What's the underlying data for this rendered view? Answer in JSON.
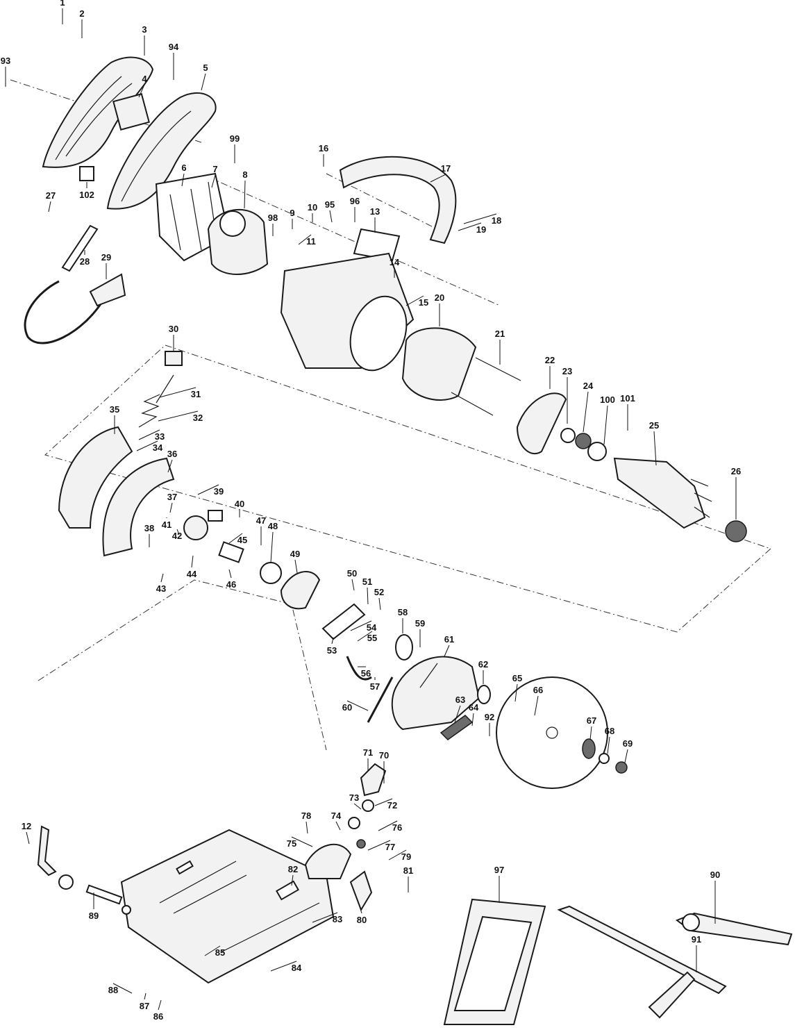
{
  "callouts": [
    {
      "id": "c1",
      "label": "1"
    },
    {
      "id": "c2",
      "label": "2"
    },
    {
      "id": "c3",
      "label": "3"
    },
    {
      "id": "c4",
      "label": "4"
    },
    {
      "id": "c5",
      "label": "5"
    },
    {
      "id": "c6",
      "label": "6"
    },
    {
      "id": "c7",
      "label": "7"
    },
    {
      "id": "c8",
      "label": "8"
    },
    {
      "id": "c9",
      "label": "9"
    },
    {
      "id": "c10",
      "label": "10"
    },
    {
      "id": "c11",
      "label": "11"
    },
    {
      "id": "c12",
      "label": "12"
    },
    {
      "id": "c13",
      "label": "13"
    },
    {
      "id": "c14",
      "label": "14"
    },
    {
      "id": "c15",
      "label": "15"
    },
    {
      "id": "c16",
      "label": "16"
    },
    {
      "id": "c17",
      "label": "17"
    },
    {
      "id": "c18",
      "label": "18"
    },
    {
      "id": "c19",
      "label": "19"
    },
    {
      "id": "c20",
      "label": "20"
    },
    {
      "id": "c21",
      "label": "21"
    },
    {
      "id": "c22",
      "label": "22"
    },
    {
      "id": "c23",
      "label": "23"
    },
    {
      "id": "c24",
      "label": "24"
    },
    {
      "id": "c25",
      "label": "25"
    },
    {
      "id": "c26",
      "label": "26"
    },
    {
      "id": "c27",
      "label": "27"
    },
    {
      "id": "c28",
      "label": "28"
    },
    {
      "id": "c29",
      "label": "29"
    },
    {
      "id": "c30",
      "label": "30"
    },
    {
      "id": "c31",
      "label": "31"
    },
    {
      "id": "c32",
      "label": "32"
    },
    {
      "id": "c33",
      "label": "33"
    },
    {
      "id": "c34",
      "label": "34"
    },
    {
      "id": "c35",
      "label": "35"
    },
    {
      "id": "c36",
      "label": "36"
    },
    {
      "id": "c37",
      "label": "37"
    },
    {
      "id": "c38",
      "label": "38"
    },
    {
      "id": "c39",
      "label": "39"
    },
    {
      "id": "c40",
      "label": "40"
    },
    {
      "id": "c41",
      "label": "41"
    },
    {
      "id": "c42",
      "label": "42"
    },
    {
      "id": "c43",
      "label": "43"
    },
    {
      "id": "c44",
      "label": "44"
    },
    {
      "id": "c45",
      "label": "45"
    },
    {
      "id": "c46",
      "label": "46"
    },
    {
      "id": "c47",
      "label": "47"
    },
    {
      "id": "c48",
      "label": "48"
    },
    {
      "id": "c49",
      "label": "49"
    },
    {
      "id": "c50",
      "label": "50"
    },
    {
      "id": "c51",
      "label": "51"
    },
    {
      "id": "c52",
      "label": "52"
    },
    {
      "id": "c53",
      "label": "53"
    },
    {
      "id": "c54",
      "label": "54"
    },
    {
      "id": "c55",
      "label": "55"
    },
    {
      "id": "c56",
      "label": "56"
    },
    {
      "id": "c57",
      "label": "57"
    },
    {
      "id": "c58",
      "label": "58"
    },
    {
      "id": "c59",
      "label": "59"
    },
    {
      "id": "c60",
      "label": "60"
    },
    {
      "id": "c61",
      "label": "61"
    },
    {
      "id": "c62",
      "label": "62"
    },
    {
      "id": "c63",
      "label": "63"
    },
    {
      "id": "c64",
      "label": "64"
    },
    {
      "id": "c65",
      "label": "65"
    },
    {
      "id": "c66",
      "label": "66"
    },
    {
      "id": "c67",
      "label": "67"
    },
    {
      "id": "c68",
      "label": "68"
    },
    {
      "id": "c69",
      "label": "69"
    },
    {
      "id": "c70",
      "label": "70"
    },
    {
      "id": "c71",
      "label": "71"
    },
    {
      "id": "c72",
      "label": "72"
    },
    {
      "id": "c73",
      "label": "73"
    },
    {
      "id": "c74",
      "label": "74"
    },
    {
      "id": "c75",
      "label": "75"
    },
    {
      "id": "c76",
      "label": "76"
    },
    {
      "id": "c77",
      "label": "77"
    },
    {
      "id": "c78",
      "label": "78"
    },
    {
      "id": "c79",
      "label": "79"
    },
    {
      "id": "c80",
      "label": "80"
    },
    {
      "id": "c81",
      "label": "81"
    },
    {
      "id": "c82",
      "label": "82"
    },
    {
      "id": "c83",
      "label": "83"
    },
    {
      "id": "c84",
      "label": "84"
    },
    {
      "id": "c85",
      "label": "85"
    },
    {
      "id": "c86",
      "label": "86"
    },
    {
      "id": "c87",
      "label": "87"
    },
    {
      "id": "c88",
      "label": "88"
    },
    {
      "id": "c89",
      "label": "89"
    },
    {
      "id": "c90",
      "label": "90"
    },
    {
      "id": "c91",
      "label": "91"
    },
    {
      "id": "c92",
      "label": "92"
    },
    {
      "id": "c93",
      "label": "93"
    },
    {
      "id": "c94",
      "label": "94"
    },
    {
      "id": "c95",
      "label": "95"
    },
    {
      "id": "c96",
      "label": "96"
    },
    {
      "id": "c97",
      "label": "97"
    },
    {
      "id": "c98",
      "label": "98"
    },
    {
      "id": "c99",
      "label": "99"
    },
    {
      "id": "c100",
      "label": "100"
    },
    {
      "id": "c101",
      "label": "101"
    },
    {
      "id": "c102",
      "label": "102"
    }
  ]
}
